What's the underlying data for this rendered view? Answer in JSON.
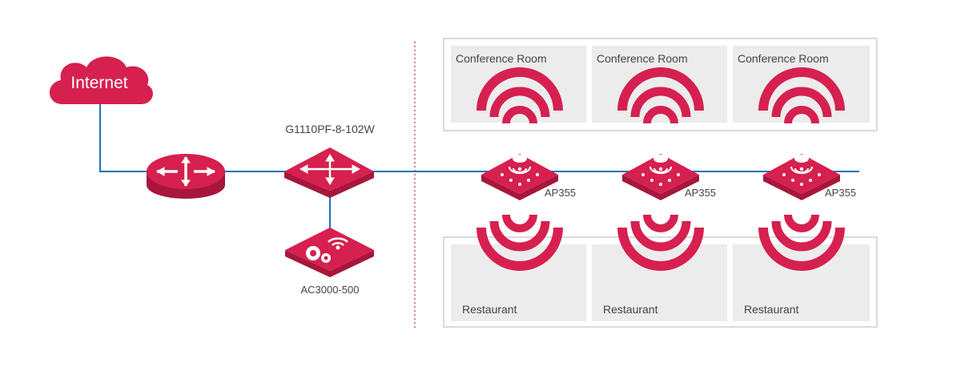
{
  "colors": {
    "accent": "#d6204f",
    "accent_dark": "#a8163b",
    "link": "#1f73b7",
    "separator": "#e0564f",
    "room_fill": "#ececec",
    "room_border": "#cfcfcf"
  },
  "internet": {
    "label": "Internet",
    "icon": "cloud-icon"
  },
  "router": {
    "icon": "router-icon"
  },
  "switch": {
    "label": "G1110PF-8-102W",
    "icon": "switch-icon"
  },
  "controller": {
    "label": "AC3000-500",
    "icon": "gear-wifi-icon"
  },
  "access_points": [
    {
      "label": "AP355",
      "icon": "access-point-icon"
    },
    {
      "label": "AP355",
      "icon": "access-point-icon"
    },
    {
      "label": "AP355",
      "icon": "access-point-icon"
    }
  ],
  "top_rooms": [
    "Conference Room",
    "Conference Room",
    "Conference Room"
  ],
  "bottom_rooms": [
    "Restaurant",
    "Restaurant",
    "Restaurant"
  ]
}
